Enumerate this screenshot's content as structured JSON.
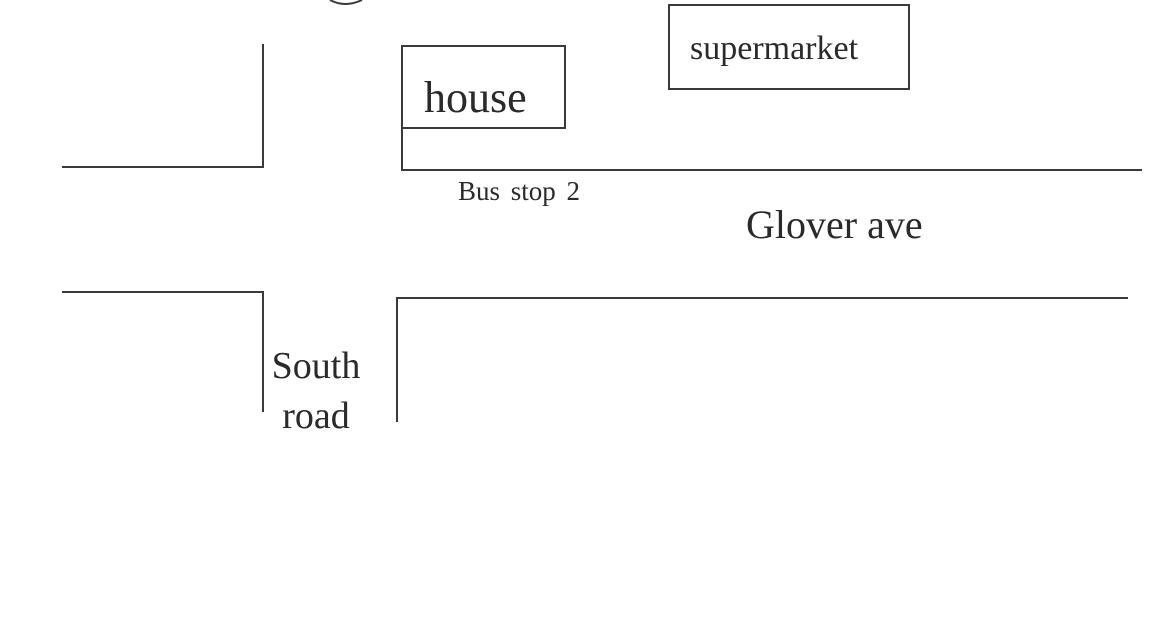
{
  "places": {
    "house": "house",
    "supermarket": "supermarket",
    "bus_stop": "Bus stop 2"
  },
  "streets": {
    "glover_ave": "Glover ave",
    "south_road_line1": "South",
    "south_road_line2": "road"
  },
  "colors": {
    "ink": "#3a3a3a",
    "paper": "#ffffff"
  }
}
